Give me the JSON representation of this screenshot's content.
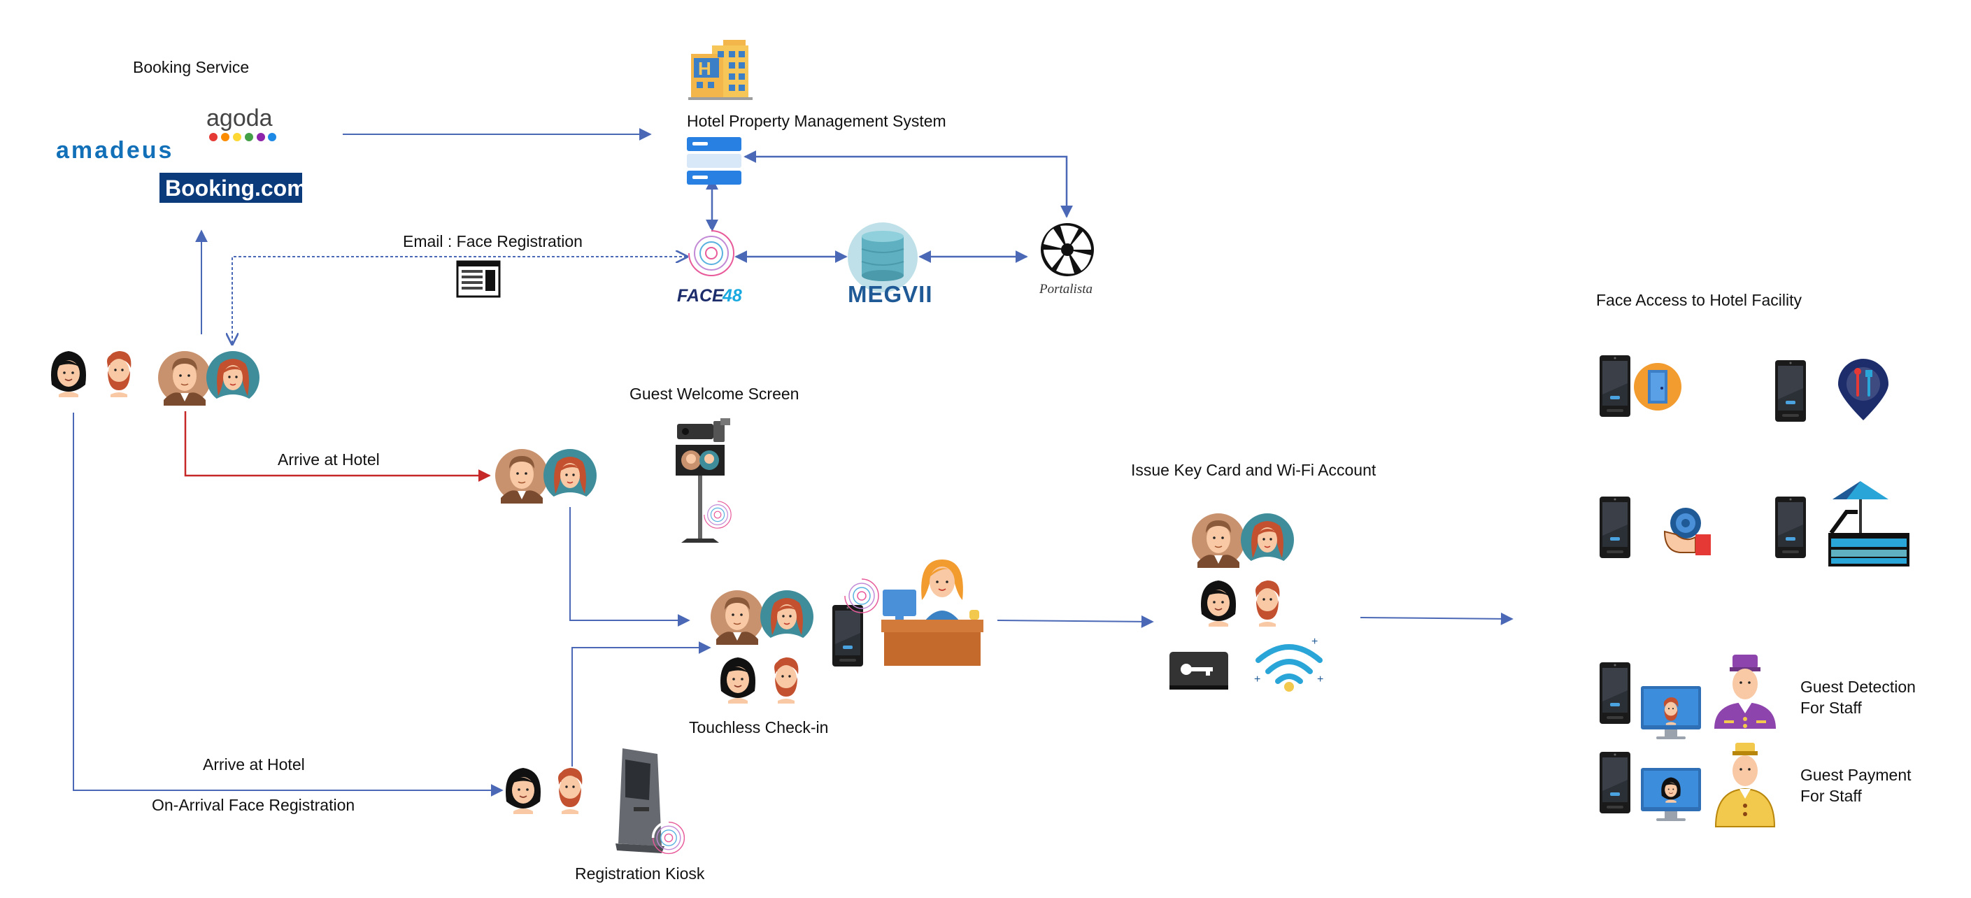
{
  "labels": {
    "booking_service": "Booking Service",
    "hotel_pms": "Hotel Property Management System",
    "email_face_registration": "Email : Face Registration",
    "guest_welcome_screen": "Guest Welcome Screen",
    "arrive_at_hotel_top": "Arrive at Hotel",
    "arrive_at_hotel_bottom": "Arrive at Hotel",
    "on_arrival_face_registration": "On-Arrival Face Registration",
    "touchless_checkin": "Touchless Check-in",
    "registration_kiosk": "Registration Kiosk",
    "issue_key_card": "Issue Key Card and Wi-Fi Account",
    "face_access": "Face Access to Hotel Facility",
    "guest_detection_line1": "Guest Detection",
    "guest_detection_line2": "For Staff",
    "guest_payment_line1": "Guest Payment",
    "guest_payment_line2": "For Staff"
  },
  "logos": {
    "amadeus": "amadeus",
    "agoda": "agoda",
    "booking": "Booking.com",
    "face48_a": "FACE",
    "face48_b": "48",
    "megvii": "MEGVII",
    "portalista": "Portalista",
    "hotel_letter": "H"
  },
  "colors": {
    "arrow_blue": "#4a68b5",
    "arrow_red": "#c62828",
    "amadeus_blue": "#1270b8",
    "booking_navy": "#0c3b7c",
    "face48_navy": "#1d2c6b",
    "face48_cyan": "#19a9e0",
    "megvii_blue": "#1f5a96",
    "megvii_teal": "#5fb1c2",
    "skin": "#f8c9a4",
    "hair_black": "#111111",
    "hair_red": "#c3502f",
    "man_bg": "#c9926e",
    "woman_bg": "#3f8d9b"
  },
  "icons": [
    "hotel-building-icon",
    "server-icon",
    "face48-scan-icon",
    "megvii-database-icon",
    "portalista-logo-icon",
    "email-form-icon",
    "guest-couple-icon",
    "guest-pair-icon",
    "camera-icon",
    "welcome-screen-stand-icon",
    "face-terminal-icon",
    "receptionist-desk-icon",
    "key-card-icon",
    "wifi-icon",
    "kiosk-icon",
    "door-icon",
    "restaurant-pin-icon",
    "gym-icon",
    "pool-icon",
    "monitor-icon",
    "bellboy-icon",
    "staff-icon"
  ]
}
